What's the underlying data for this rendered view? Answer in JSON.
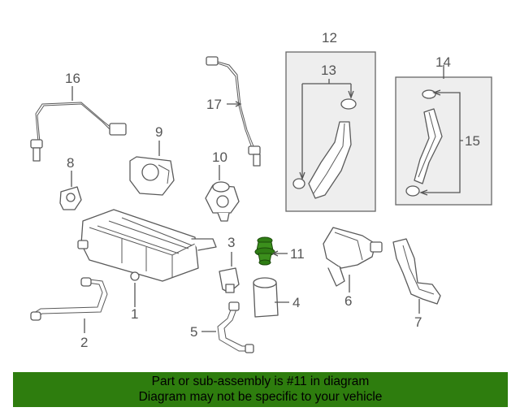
{
  "labels": {
    "l1": "1",
    "l2": "2",
    "l3": "3",
    "l4": "4",
    "l5": "5",
    "l6": "6",
    "l7": "7",
    "l8": "8",
    "l9": "9",
    "l10": "10",
    "l11": "11",
    "l12": "12",
    "l13": "13",
    "l14": "14",
    "l15": "15",
    "l16": "16",
    "l17": "17"
  },
  "highlight": {
    "part": "11",
    "color": "#2e7d0e"
  },
  "banner": {
    "line1": "Part or sub-assembly is #11 in diagram",
    "line2": "Diagram may not be specific to your vehicle",
    "background": "#2e7d0e"
  }
}
